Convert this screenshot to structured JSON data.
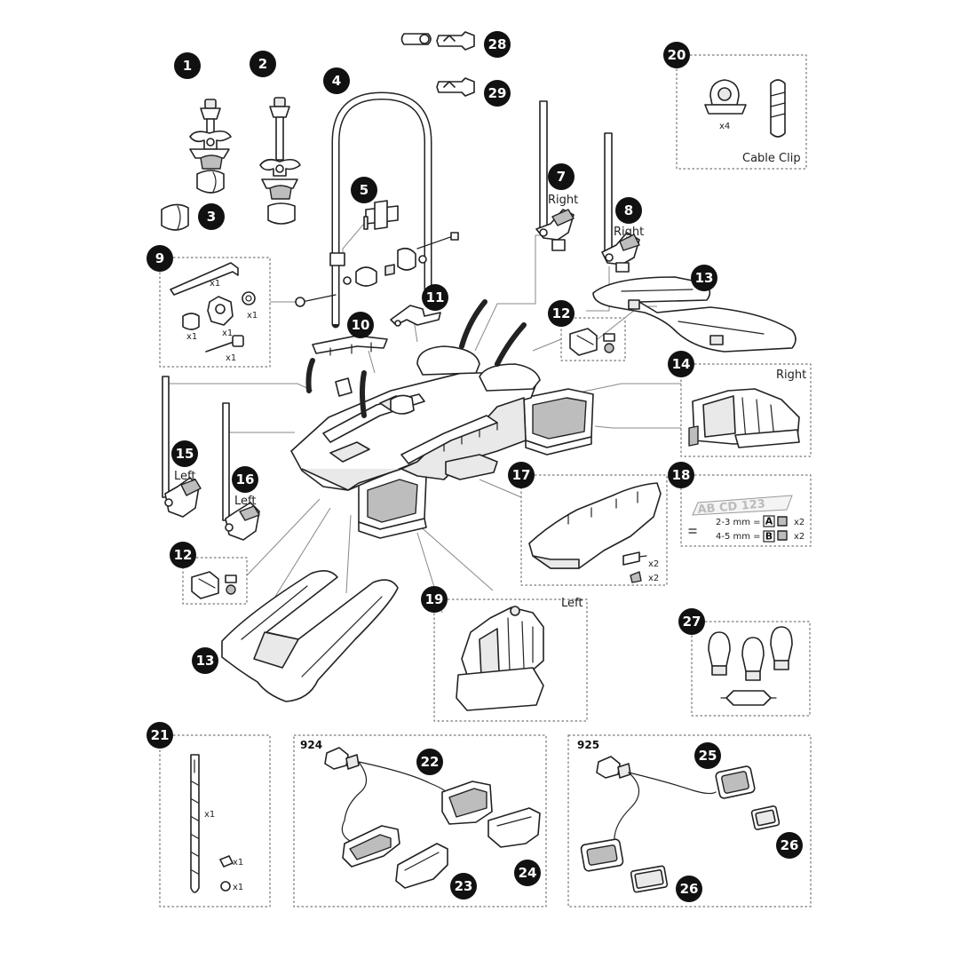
{
  "callouts": {
    "c1": "1",
    "c2": "2",
    "c3": "3",
    "c4": "4",
    "c5": "5",
    "c7": "7",
    "c8": "8",
    "c9": "9",
    "c10": "10",
    "c11": "11",
    "c12a": "12",
    "c12b": "12",
    "c13a": "13",
    "c13b": "13",
    "c14": "14",
    "c15": "15",
    "c16": "16",
    "c17": "17",
    "c18": "18",
    "c19": "19",
    "c20": "20",
    "c21": "21",
    "c22": "22",
    "c23": "23",
    "c24": "24",
    "c25": "25",
    "c26a": "26",
    "c26b": "26",
    "c27": "27",
    "c28": "28",
    "c29": "29"
  },
  "labels": {
    "right_7": "Right",
    "right_8": "Right",
    "right_14": "Right",
    "left_15": "Left",
    "left_16": "Left",
    "left_19": "Left",
    "cable_clip": "Cable Clip",
    "model_924": "924",
    "model_925": "925"
  },
  "quantities": {
    "q20_x4": "x4",
    "q9_wrench": "x1",
    "q9_washer": "x1",
    "q9_spacer": "x1",
    "q9_knob": "x1",
    "q9_bolt": "x1",
    "q17_screw1": "x2",
    "q17_screw2": "x2",
    "q21_strap": "x1",
    "q21_nut": "x1",
    "q21_screw": "x1",
    "q18_a": "x2",
    "q18_b": "x2"
  },
  "plate_spec": {
    "plate_text": "AB CD 123",
    "row_a": "2-3 mm =",
    "key_a": "A",
    "row_b": "4-5 mm =",
    "key_b": "B"
  },
  "colors": {
    "ink": "#222222",
    "callout": "#111111",
    "shade": "#e9e9e9"
  }
}
